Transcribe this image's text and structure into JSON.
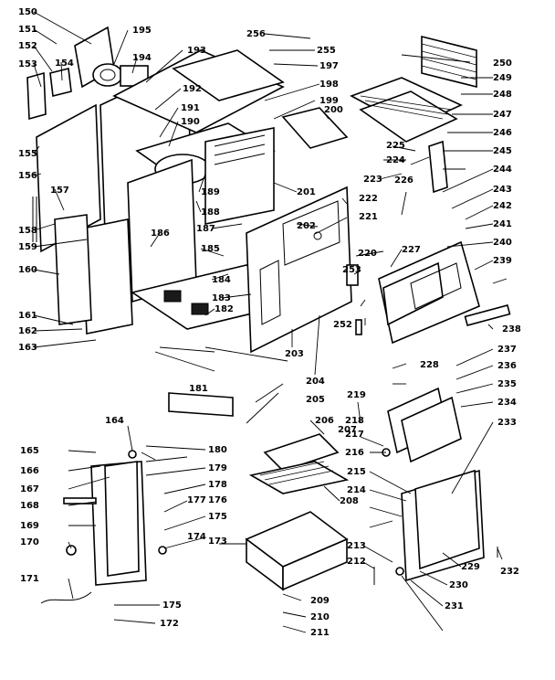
{
  "callouts": [
    "150",
    "151",
    "152",
    "153",
    "154",
    "155",
    "156",
    "157",
    "158",
    "159",
    "160",
    "161",
    "162",
    "163",
    "195",
    "193",
    "194",
    "192",
    "191",
    "190",
    "189",
    "188",
    "187",
    "186",
    "185",
    "184",
    "183",
    "182",
    "256",
    "255",
    "197",
    "198",
    "199",
    "200",
    "201",
    "202",
    "203",
    "204",
    "205",
    "206",
    "207",
    "208",
    "250",
    "249",
    "248",
    "247",
    "246",
    "245",
    "244",
    "243",
    "242",
    "241",
    "240",
    "239",
    "238",
    "237",
    "236",
    "235",
    "234",
    "233",
    "232",
    "231",
    "230",
    "229",
    "228",
    "227",
    "226",
    "225",
    "224",
    "223",
    "222",
    "221",
    "220",
    "219",
    "218",
    "217",
    "216",
    "215",
    "214",
    "213",
    "212",
    "211",
    "210",
    "209",
    "181",
    "180",
    "179",
    "178",
    "177",
    "176",
    "175",
    "174",
    "173",
    "172",
    "171",
    "170",
    "169",
    "168",
    "167",
    "166",
    "165",
    "164",
    "252",
    "253"
  ]
}
